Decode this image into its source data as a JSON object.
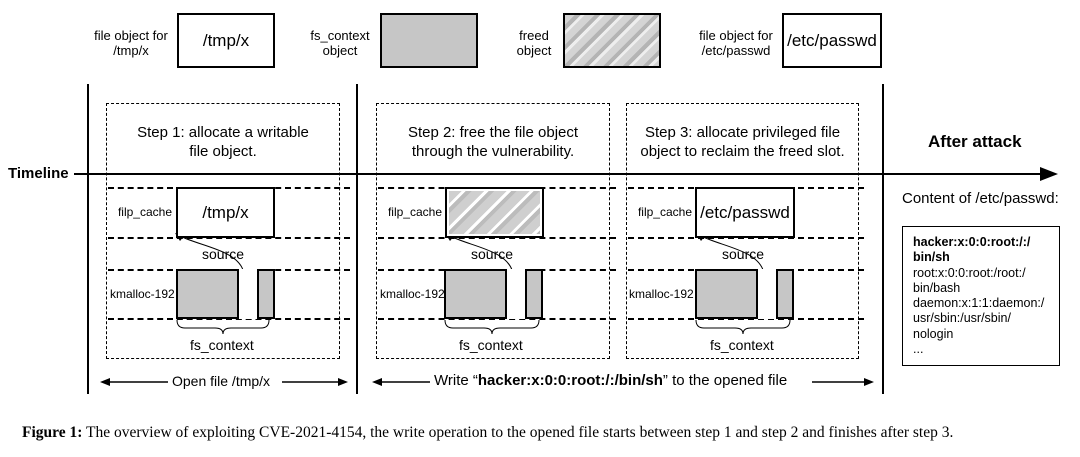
{
  "legend": {
    "file_tmp_label": "file object for\n/tmp/x",
    "file_tmp_text": "/tmp/x",
    "fs_context_label": "fs_context\nobject",
    "freed_label": "freed\nobject",
    "file_passwd_label": "file object for\n/etc/passwd",
    "file_passwd_text": "/etc/passwd"
  },
  "timeline": {
    "label": "Timeline",
    "after_attack": "After attack"
  },
  "steps": [
    {
      "title": "Step 1:  allocate a writable\nfile object.",
      "filp_cache": "filp_cache",
      "box_text": "/tmp/x",
      "source": "source",
      "kmalloc": "kmalloc-192",
      "fs_context": "fs_context"
    },
    {
      "title": "Step 2:  free the file object\nthrough the vulnerability.",
      "filp_cache": "filp_cache",
      "box_text": "",
      "source": "source",
      "kmalloc": "kmalloc-192",
      "fs_context": "fs_context"
    },
    {
      "title": "Step 3:  allocate privileged file\nobject to reclaim the freed slot.",
      "filp_cache": "filp_cache",
      "box_text": "/etc/passwd",
      "source": "source",
      "kmalloc": "kmalloc-192",
      "fs_context": "fs_context"
    }
  ],
  "after": {
    "content_label": "Content of /etc/passwd:",
    "lines_bold": [
      "hacker:x:0:0:root:/:/",
      "bin/sh"
    ],
    "lines": [
      "root:x:0:0:root:/root:/",
      "bin/bash",
      "daemon:x:1:1:daemon:/",
      "usr/sbin:/usr/sbin/",
      "nologin",
      "..."
    ]
  },
  "bottom": {
    "open_file": "Open file /tmp/x",
    "write_prefix": "Write “",
    "write_bold": "hacker:x:0:0:root:/:/bin/sh",
    "write_suffix": "” to the opened file"
  },
  "caption": {
    "label": "Figure 1:",
    "text": " The overview of exploiting CVE-2021-4154, the write operation to the opened file starts between step 1 and step 2 and finishes after step 3."
  }
}
